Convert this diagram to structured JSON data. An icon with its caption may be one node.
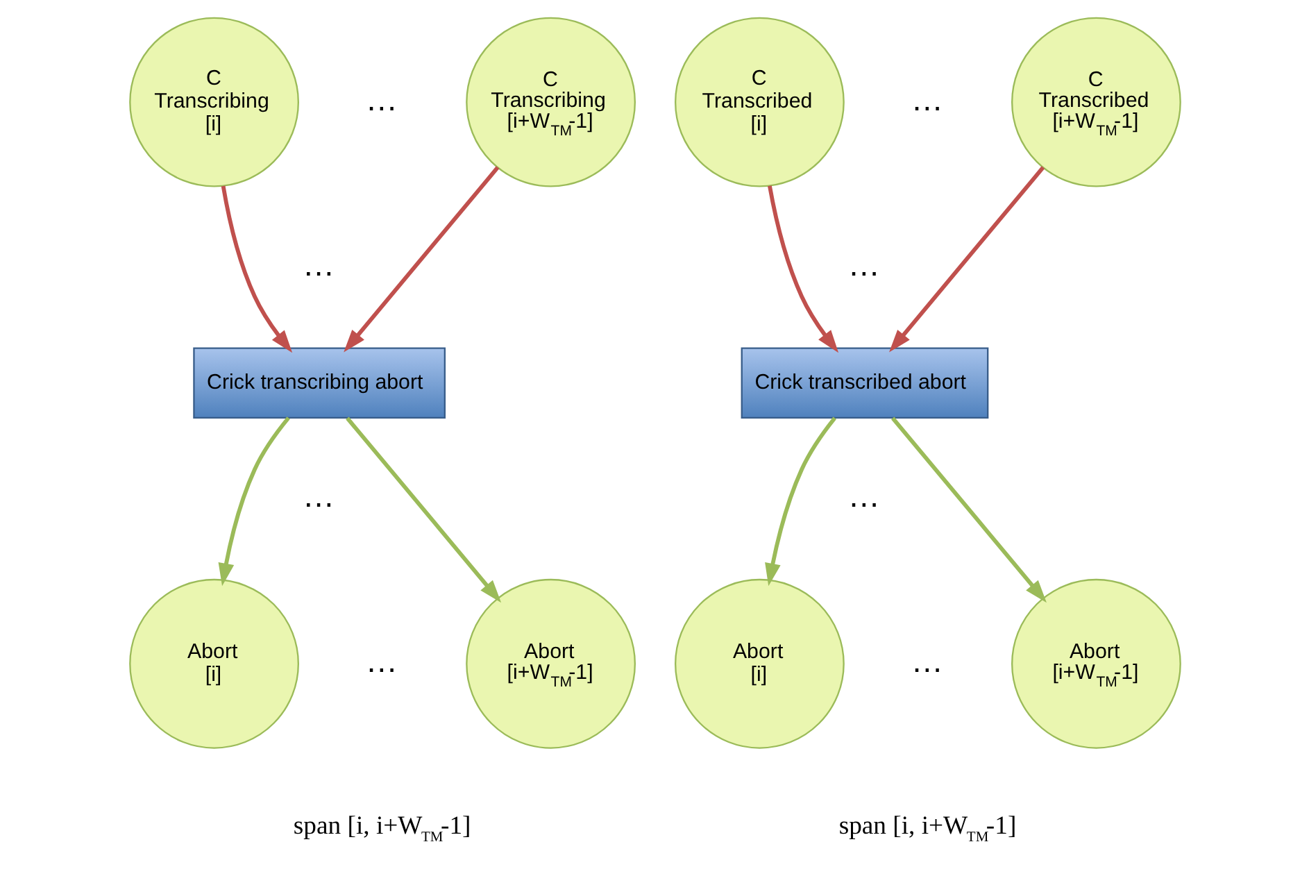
{
  "diagram": {
    "nodes": [
      {
        "text": [
          "C",
          "Transcribing",
          "[i]"
        ]
      },
      {
        "text": [
          "C",
          "Transcribing",
          "[i+W$_{TM}$-1]"
        ]
      },
      {
        "text": [
          "Crick transcribing abort"
        ]
      },
      {
        "text": [
          "Abort",
          "[i]"
        ]
      },
      {
        "text": [
          "Abort",
          "[i+W$_{TM}$-1]"
        ]
      },
      {
        "text": [
          "C",
          "Transcribed",
          "[i]"
        ]
      },
      {
        "text": [
          "C",
          "Transcribed",
          "[i+W$_{TM}$-1]"
        ]
      },
      {
        "text": [
          "Crick transcribed abort"
        ]
      },
      {
        "text": [
          "Abort",
          "[i]"
        ]
      },
      {
        "text": [
          "Abort",
          "[i+W$_{TM}$-1]"
        ]
      }
    ],
    "edges": [
      {
        "from": 0,
        "to": 2,
        "arrow": "to",
        "color": "#c0504d"
      },
      {
        "from": 1,
        "to": 2,
        "arrow": "to",
        "color": "#c0504d"
      },
      {
        "from": 2,
        "to": 3,
        "arrow": "to",
        "color": "#9bbb59"
      },
      {
        "from": 2,
        "to": 4,
        "arrow": "to",
        "color": "#9bbb59"
      },
      {
        "from": 5,
        "to": 7,
        "arrow": "to",
        "color": "#c0504d"
      },
      {
        "from": 6,
        "to": 7,
        "arrow": "to",
        "color": "#c0504d"
      },
      {
        "from": 7,
        "to": 8,
        "arrow": "to",
        "color": "#9bbb59"
      },
      {
        "from": 7,
        "to": 9,
        "arrow": "to",
        "color": "#9bbb59"
      }
    ],
    "labels": [
      "…",
      "…",
      "…",
      "…",
      "…",
      "…",
      "…",
      "…",
      "span [i, i+W$_{TM}$-1]",
      "span [i, i+W$_{TM}$-1]"
    ]
  }
}
